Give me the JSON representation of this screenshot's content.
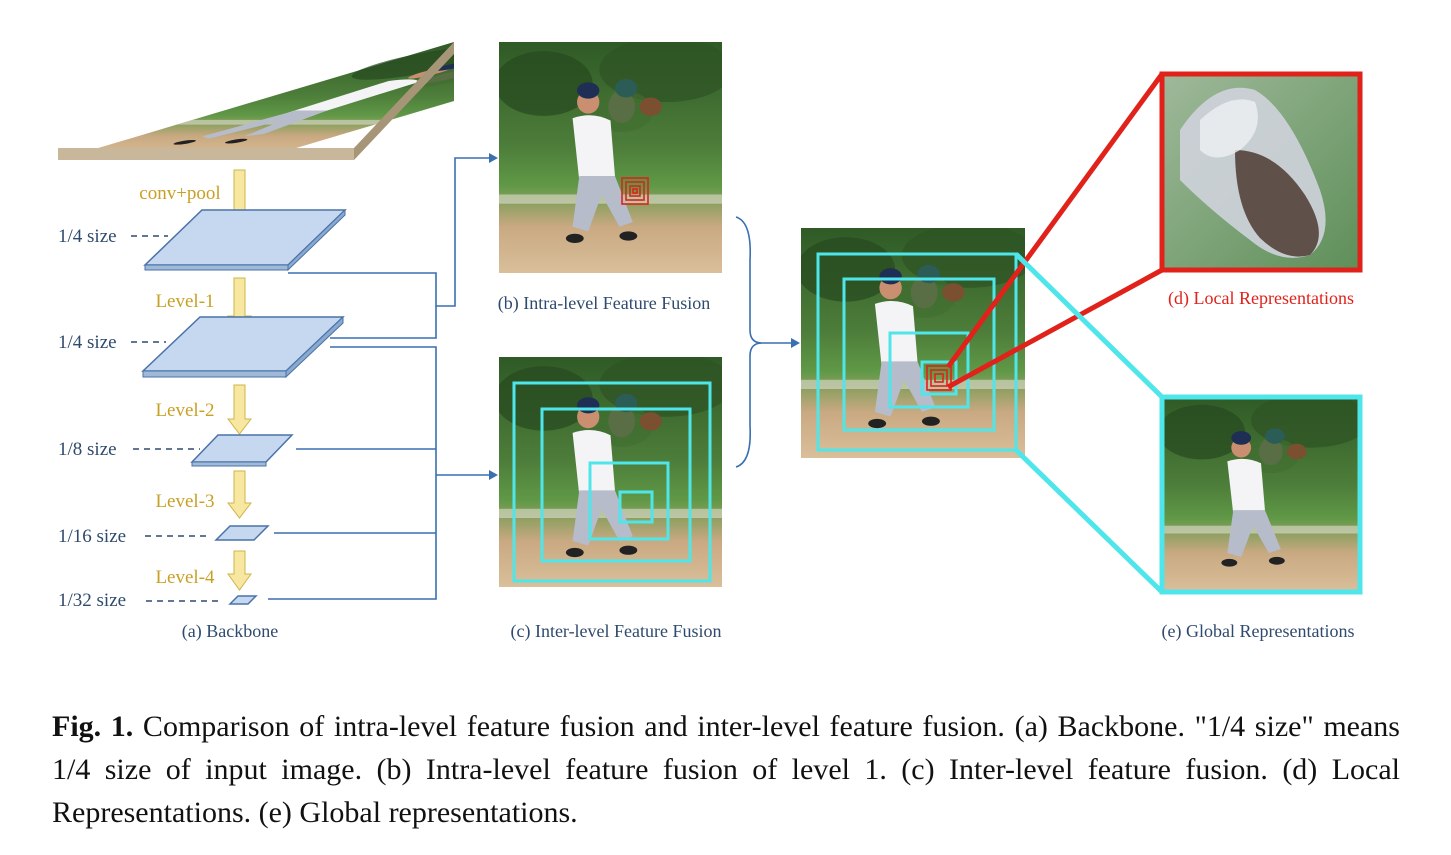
{
  "backbone": {
    "conv_label": "conv+pool",
    "level_labels": [
      "Level-1",
      "Level-2",
      "Level-3",
      "Level-4"
    ],
    "size_labels": [
      "1/4 size",
      "1/4 size",
      "1/8 size",
      "1/16 size",
      "1/32 size"
    ],
    "caption": "(a)  Backbone"
  },
  "panels": {
    "b": "(b)  Intra-level Feature Fusion",
    "c": "(c)  Inter-level Feature Fusion",
    "d": "(d)  Local Representations",
    "e": "(e)  Global Representations"
  },
  "caption": {
    "lead": "Fig. 1.",
    "body": " Comparison of intra-level feature fusion and inter-level feature fusion. (a) Backbone. \"1/4 size\" means 1/4 size of input image. (b) Intra-level feature fusion of level 1. (c) Inter-level feature fusion. (d) Local Representations. (e) Global representations."
  },
  "colors": {
    "level_text": "#c8a024",
    "size_text": "#2e4a6e",
    "connector": "#3a6fb0",
    "plane_fill": "#c5d8ef",
    "plane_stroke": "#4a72a8",
    "arrow_fill": "#f7e7a0",
    "cyan": "#4ee6ea",
    "red": "#e0221b"
  }
}
